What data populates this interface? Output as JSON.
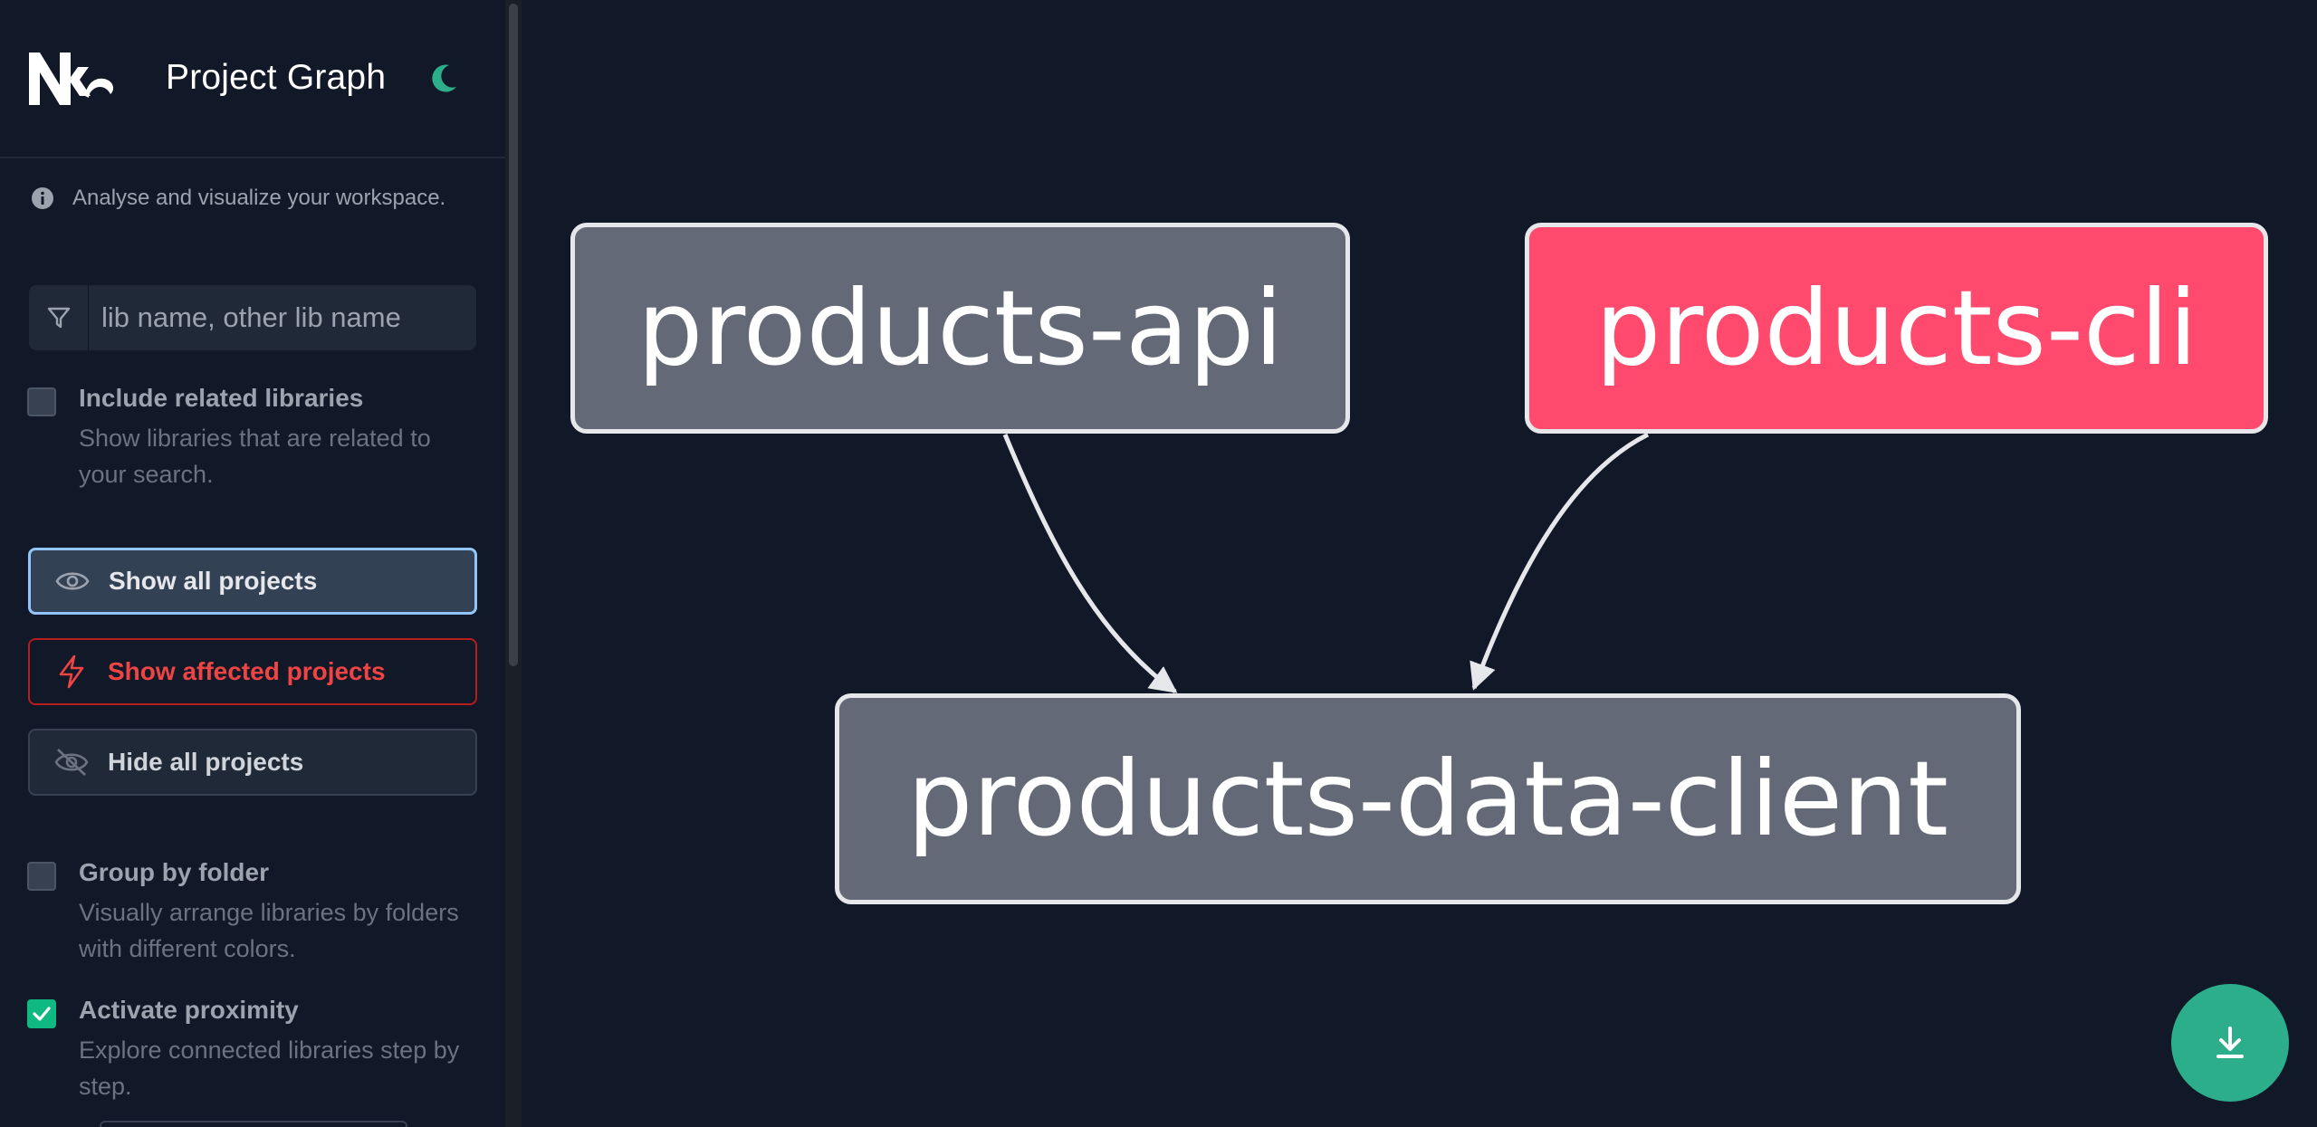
{
  "header": {
    "title": "Project Graph"
  },
  "info": {
    "text": "Analyse and visualize your workspace."
  },
  "search": {
    "placeholder": "lib name, other lib name",
    "value": ""
  },
  "options": {
    "include_related": {
      "title": "Include related libraries",
      "desc": "Show libraries that are related to your search.",
      "checked": false
    },
    "group_by_folder": {
      "title": "Group by folder",
      "desc": "Visually arrange libraries by folders with different colors.",
      "checked": false
    },
    "activate_proximity": {
      "title": "Activate proximity",
      "desc": "Explore connected libraries step by step.",
      "checked": true
    }
  },
  "buttons": {
    "show_all": "Show all projects",
    "show_affected": "Show affected projects",
    "hide_all": "Hide all projects"
  },
  "graph": {
    "nodes": [
      {
        "id": "products-api",
        "label": "products-api",
        "affected": false
      },
      {
        "id": "products-cli",
        "label": "products-cli",
        "affected": true
      },
      {
        "id": "products-data-client",
        "label": "products-data-client",
        "affected": false
      }
    ],
    "edges": [
      {
        "from": "products-api",
        "to": "products-data-client"
      },
      {
        "from": "products-cli",
        "to": "products-data-client"
      }
    ]
  },
  "colors": {
    "background": "#111827",
    "node_default": "#636976",
    "node_affected": "#ff4a6d",
    "accent": "#2dae8b",
    "danger": "#ef4444",
    "focus": "#93c5fd"
  },
  "icons": [
    "nx-logo-icon",
    "moon-icon",
    "info-icon",
    "filter-icon",
    "eye-icon",
    "lightning-icon",
    "eye-off-icon",
    "check-icon",
    "download-icon"
  ]
}
